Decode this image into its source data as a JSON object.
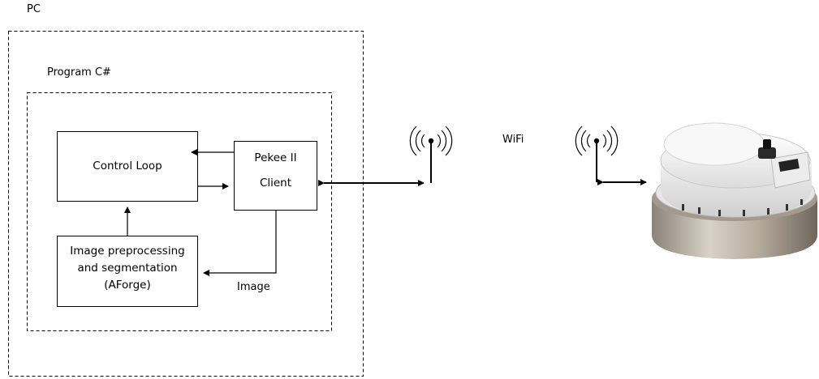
{
  "pc_label": "PC",
  "program_label": "Program C#",
  "blocks": {
    "control_loop": "Control Loop",
    "pekee_client": {
      "line1": "Pekee II",
      "line2": "Client"
    },
    "image_processing": {
      "line1": "Image preprocessing",
      "line2": "and segmentation",
      "line3": "(AForge)"
    }
  },
  "edge_labels": {
    "image": "Image",
    "wifi": "WiFi"
  },
  "icons": [
    "wifi-antenna-icon",
    "wifi-antenna-icon",
    "pekee-robot-image"
  ],
  "colors": {
    "line": "#000000",
    "dashed_border": "#000000",
    "background": "#ffffff"
  }
}
